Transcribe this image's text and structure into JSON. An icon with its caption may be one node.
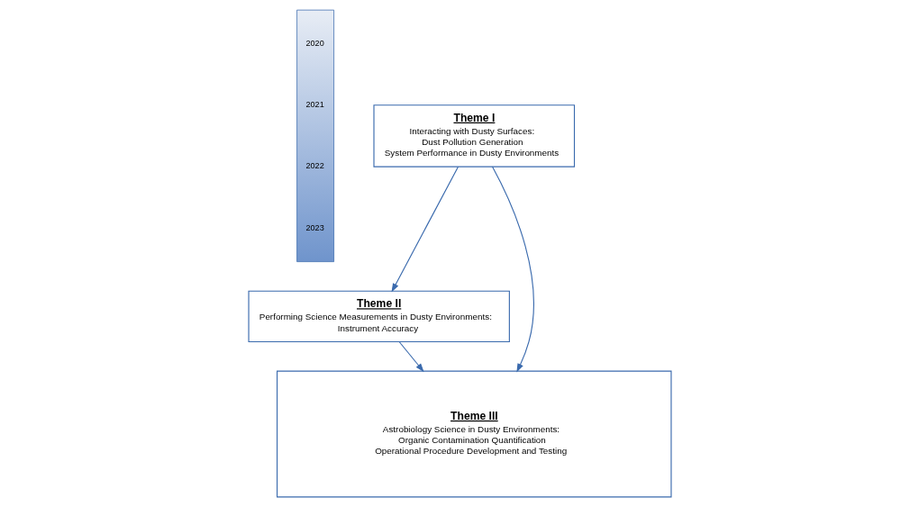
{
  "diagram": {
    "nodes": [
      {
        "text": [
          "2020",
          "2021",
          "2022",
          "2023"
        ]
      },
      {
        "text": [
          "Theme I",
          "Interacting with Dusty Surfaces:",
          "Dust Pollution Generation",
          "System Performance in Dusty Environments"
        ]
      },
      {
        "text": [
          "Theme II",
          "Performing Science Measurements in Dusty Environments:",
          "Instrument Accuracy"
        ]
      },
      {
        "text": [
          "Theme III",
          "Astrobiology Science in Dusty Environments:",
          "Organic Contamination Quantification",
          "Operational Procedure Development and Testing"
        ]
      }
    ],
    "edges": [
      {
        "from": 1,
        "to": 2,
        "arrow": "to"
      },
      {
        "from": 1,
        "to": 3,
        "arrow": "to"
      },
      {
        "from": 2,
        "to": 3,
        "arrow": "to"
      }
    ]
  }
}
